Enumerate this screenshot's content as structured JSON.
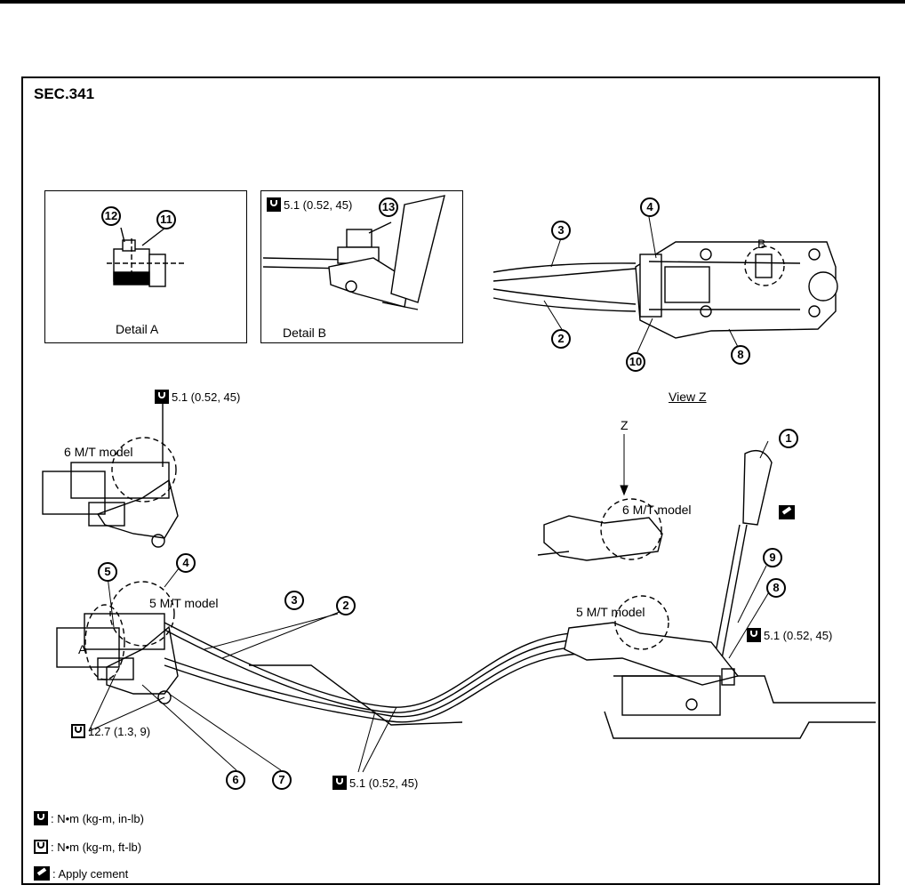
{
  "section": "SEC.341",
  "details": {
    "detail_a": "Detail A",
    "detail_b": "Detail B",
    "view_z": "View Z"
  },
  "callouts": {
    "c1": "1",
    "c2": "2",
    "c3": "3",
    "c4": "4",
    "c5": "5",
    "c6": "6",
    "c7": "7",
    "c8": "8",
    "c9": "9",
    "c10": "10",
    "c11": "11",
    "c12": "12",
    "c13": "13"
  },
  "labels": {
    "model_6mt_left": "6 M/T model",
    "model_6mt_right": "6 M/T model",
    "model_5mt_left": "5 M/T model",
    "model_5mt_right": "5 M/T model",
    "z": "Z",
    "a": "A",
    "b": "B"
  },
  "torques": {
    "detail_b": "5.1 (0.52, 45)",
    "upper_left": "5.1 (0.52, 45)",
    "right": "5.1 (0.52, 45)",
    "bottom": "5.1 (0.52, 45)",
    "left_ftlb": "12.7 (1.3, 9)"
  },
  "legend": {
    "inlb": ": N•m (kg-m, in-lb)",
    "ftlb": ": N•m (kg-m, ft-lb)",
    "cement": ": Apply cement"
  },
  "icons": [
    "torque-inlb-icon",
    "torque-ftlb-icon",
    "apply-cement-icon"
  ]
}
